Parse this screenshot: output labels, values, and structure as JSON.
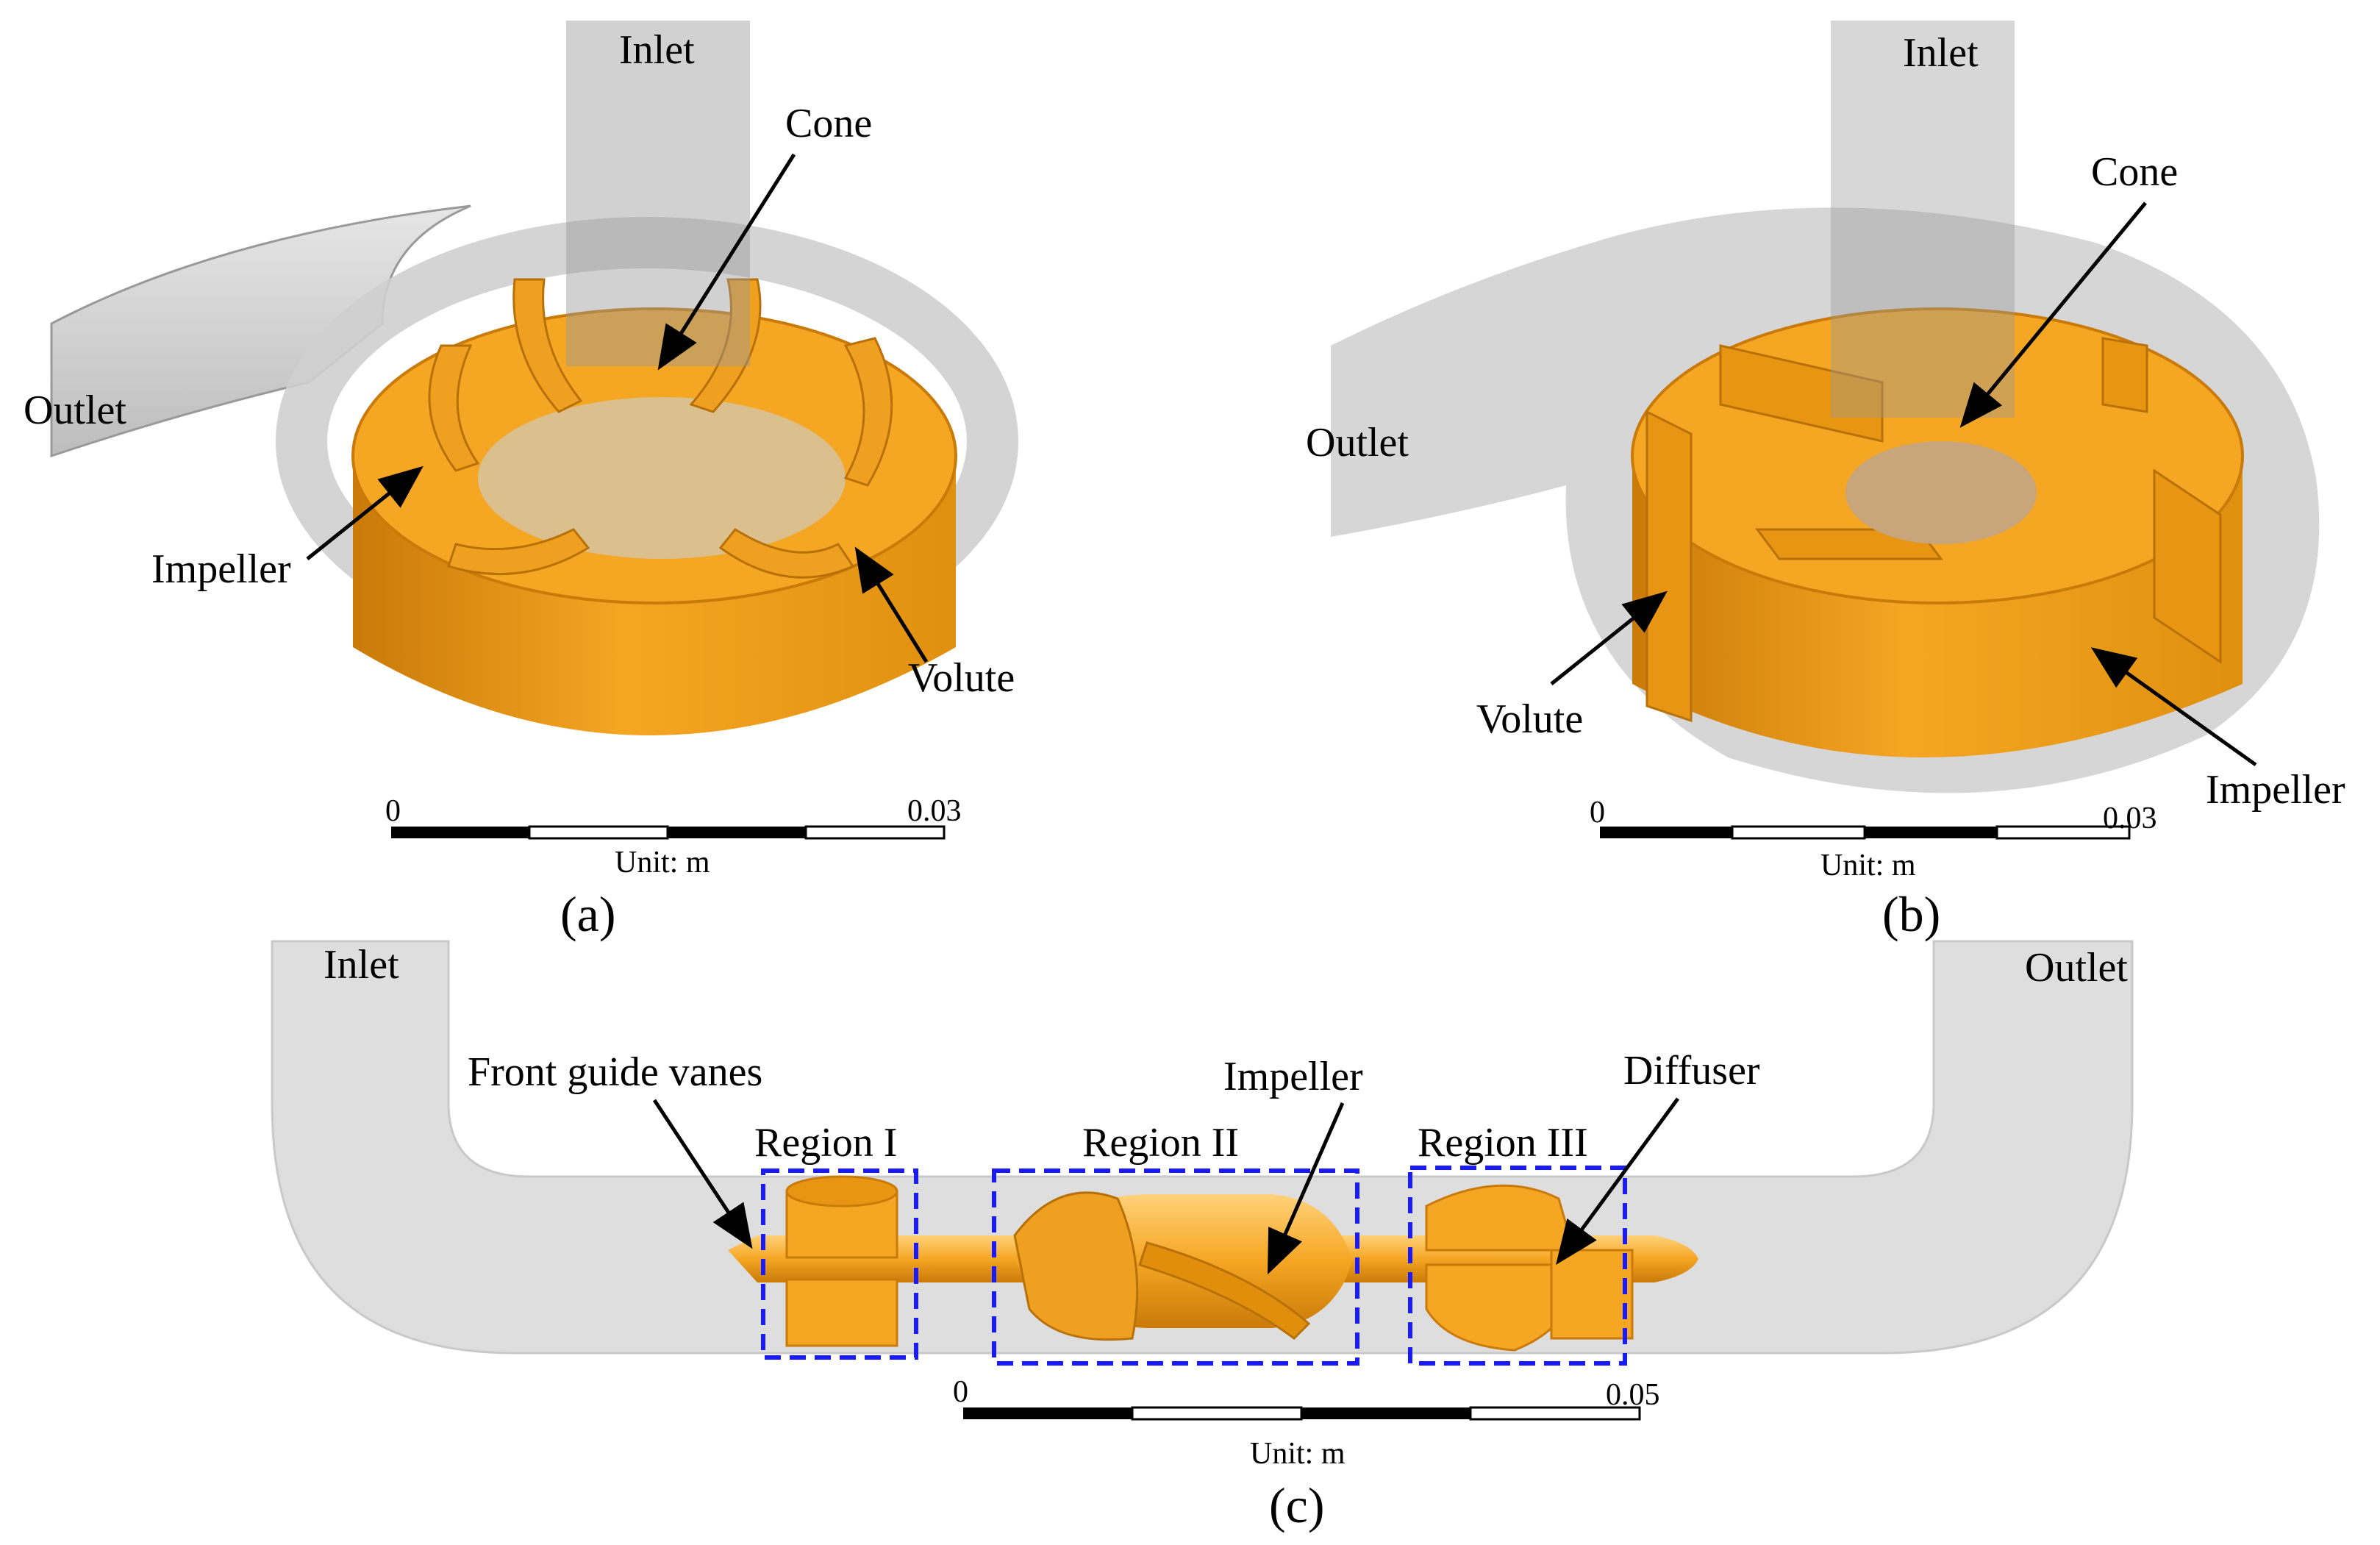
{
  "panel_a": {
    "caption": "(a)",
    "labels": {
      "inlet": "Inlet",
      "cone": "Cone",
      "outlet": "Outlet",
      "impeller": "Impeller",
      "volute": "Volute"
    },
    "scale": {
      "start": "0",
      "end": "0.03",
      "unit": "Unit: m"
    }
  },
  "panel_b": {
    "caption": "(b)",
    "labels": {
      "inlet": "Inlet",
      "cone": "Cone",
      "outlet": "Outlet",
      "volute": "Volute",
      "impeller": "Impeller"
    },
    "scale": {
      "start": "0",
      "end": "0.03",
      "unit": "Unit: m"
    }
  },
  "panel_c": {
    "caption": "(c)",
    "labels": {
      "inlet": "Inlet",
      "outlet": "Outlet",
      "front_guide_vanes": "Front guide vanes",
      "impeller": "Impeller",
      "diffuser": "Diffuser",
      "region_1": "Region I",
      "region_2": "Region II",
      "region_3": "Region III"
    },
    "scale": {
      "start": "0",
      "end": "0.05",
      "unit": "Unit: m"
    }
  },
  "colors": {
    "part_orange": "#f5a623",
    "part_dark_orange": "#d98a0e",
    "casing_gray": "#c8c8c8",
    "region_box_blue": "#1a1aff"
  }
}
